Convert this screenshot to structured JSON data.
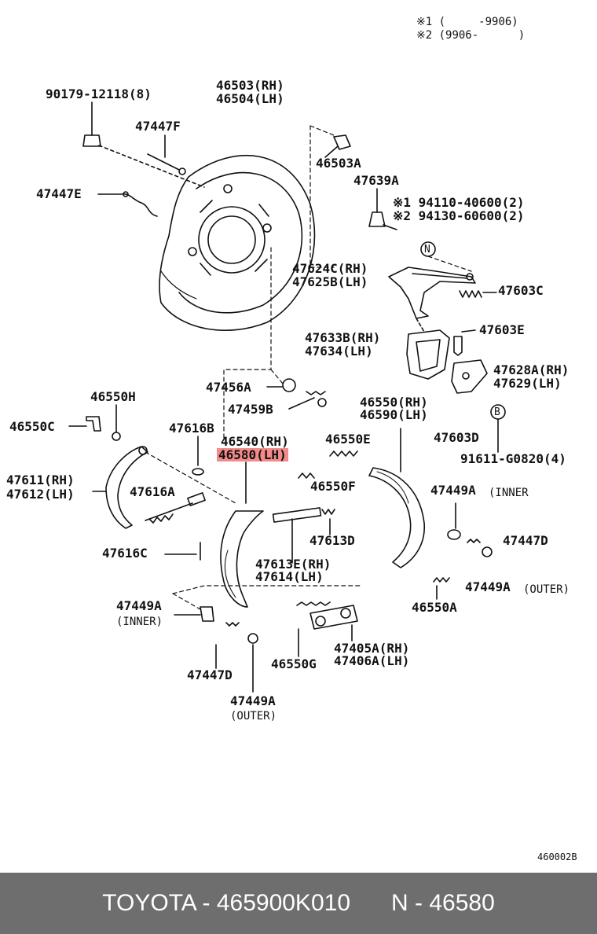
{
  "notes": {
    "note1": "※1 (     -9906)",
    "note2": "※2 (9906-      )"
  },
  "labels": [
    {
      "id": "l1",
      "text": "90179-12118(8)"
    },
    {
      "id": "l2",
      "text": "46503(RH)"
    },
    {
      "id": "l3",
      "text": "46504(LH)"
    },
    {
      "id": "l4",
      "text": "47447F"
    },
    {
      "id": "l5",
      "text": "46503A"
    },
    {
      "id": "l6",
      "text": "47447E"
    },
    {
      "id": "l7",
      "text": "47639A"
    },
    {
      "id": "l8",
      "text": "※1 94110-40600(2)"
    },
    {
      "id": "l9",
      "text": "※2 94130-60600(2)"
    },
    {
      "id": "l10",
      "text": "47624C(RH)"
    },
    {
      "id": "l11",
      "text": "47625B(LH)"
    },
    {
      "id": "l12",
      "text": "47603C"
    },
    {
      "id": "l13",
      "text": "47603E"
    },
    {
      "id": "l14",
      "text": "47633B(RH)"
    },
    {
      "id": "l15",
      "text": "47634(LH)"
    },
    {
      "id": "l16",
      "text": "47628A(RH)"
    },
    {
      "id": "l17",
      "text": "47629(LH)"
    },
    {
      "id": "l18",
      "text": "47456A"
    },
    {
      "id": "l19",
      "text": "46550H"
    },
    {
      "id": "l20",
      "text": "47459B"
    },
    {
      "id": "l21",
      "text": "46550(RH)"
    },
    {
      "id": "l22",
      "text": "46590(LH)"
    },
    {
      "id": "l23",
      "text": "46550C"
    },
    {
      "id": "l24",
      "text": "47616B"
    },
    {
      "id": "l25",
      "text": "46540(RH)"
    },
    {
      "id": "l26",
      "text": "46580(LH)"
    },
    {
      "id": "l27",
      "text": "46550E"
    },
    {
      "id": "l28",
      "text": "47603D"
    },
    {
      "id": "l29",
      "text": "91611-G0820(4)"
    },
    {
      "id": "l30",
      "text": "47611(RH)"
    },
    {
      "id": "l31",
      "text": "47612(LH)"
    },
    {
      "id": "l32",
      "text": "46550F"
    },
    {
      "id": "l33",
      "text": "47616A"
    },
    {
      "id": "l34",
      "text": "47449A"
    },
    {
      "id": "l35",
      "text": "(INNER"
    },
    {
      "id": "l36",
      "text": "47613D"
    },
    {
      "id": "l37",
      "text": "47447D"
    },
    {
      "id": "l38",
      "text": "47616C"
    },
    {
      "id": "l39",
      "text": "47613E(RH)"
    },
    {
      "id": "l40",
      "text": "47614(LH)"
    },
    {
      "id": "l41",
      "text": "47449A"
    },
    {
      "id": "l42",
      "text": "(OUTER)"
    },
    {
      "id": "l43",
      "text": "47449A"
    },
    {
      "id": "l44",
      "text": "(INNER)"
    },
    {
      "id": "l45",
      "text": "46550A"
    },
    {
      "id": "l46",
      "text": "47405A(RH)"
    },
    {
      "id": "l47",
      "text": "47406A(LH)"
    },
    {
      "id": "l48",
      "text": "46550G"
    },
    {
      "id": "l49",
      "text": "47447D"
    },
    {
      "id": "l50",
      "text": "47449A"
    },
    {
      "id": "l51",
      "text": "(OUTER)"
    },
    {
      "id": "l52",
      "text": "460002B"
    }
  ],
  "callouts": {
    "n": "N",
    "b": "B"
  },
  "footer": {
    "brand_part": "TOYOTA - 465900K010",
    "ref": "N - 46580"
  },
  "colors": {
    "highlight": "#f28a8a",
    "footer_bg": "#6e6e6e",
    "footer_text": "#ffffff"
  }
}
